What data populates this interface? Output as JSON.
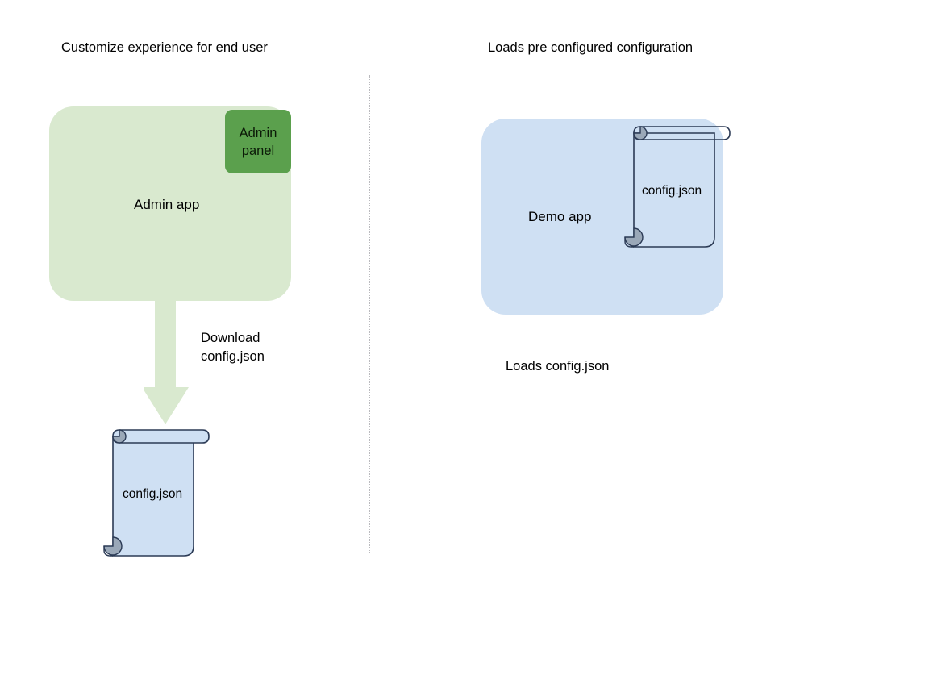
{
  "diagram": {
    "background_color": "#ffffff",
    "divider": {
      "name": "vertical-dotted-divider",
      "color": "#b9b9bd",
      "style": "dotted"
    },
    "left_column": {
      "title": "Customize experience for end user",
      "app_box": {
        "label": "Admin app",
        "fill_color": "#d9e9cf"
      },
      "badge": {
        "label": "Admin\npanel",
        "line1": "Admin",
        "line2": "panel",
        "fill_color": "#5ba04d"
      },
      "arrow": {
        "label_line1": "Download",
        "label_line2": "config.json",
        "color": "#d9e9cf",
        "direction": "down"
      },
      "document": {
        "label": "config.json",
        "fill_color": "#cfe0f3",
        "stroke_color": "#2b3a55",
        "curl_color": "#9aa8b8"
      }
    },
    "right_column": {
      "title": "Loads pre configured configuration",
      "app_box": {
        "label": "Demo app",
        "fill_color": "#cfe0f3"
      },
      "document": {
        "label": "config.json",
        "fill_color": "transparent",
        "stroke_color": "#2b3a55",
        "curl_color": "#9aa8b8"
      },
      "caption": "Loads config.json"
    }
  }
}
